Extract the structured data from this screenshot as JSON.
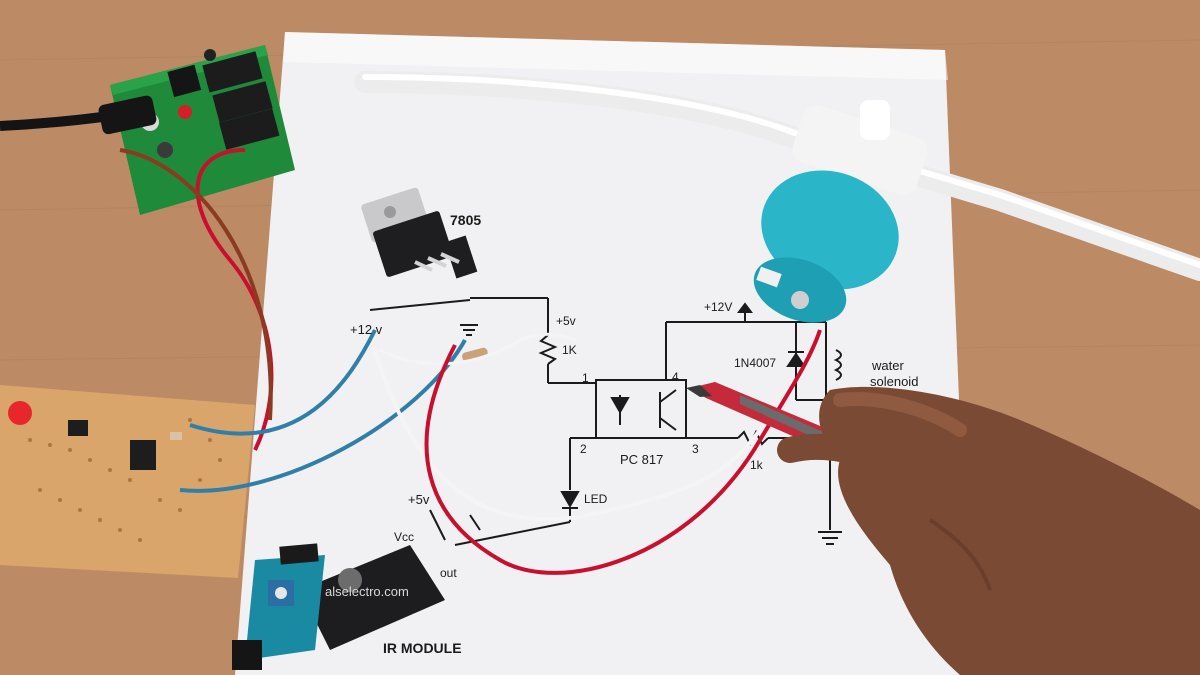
{
  "labels": {
    "regulator": "7805",
    "supply_12v_left": "+12 v",
    "plus5v_resistor": "+5v",
    "resistor_1k": "1K",
    "pin1": "1",
    "pin2": "2",
    "pin3": "3",
    "pin4": "4",
    "optocoupler": "PC 817",
    "supply_12v_right": "+12V",
    "diode": "1N4007",
    "solenoid_line1": "water",
    "solenoid_line2": "solenoid",
    "led": "LED",
    "plus5v_module": "+5v",
    "vcc": "Vcc",
    "out": "out",
    "resistor_bottom": "1k",
    "module_name": "IR MODULE",
    "watermark": "alselectro.com"
  },
  "colors": {
    "table": "#c08d68",
    "paper": "#f1f1f3",
    "ink": "#1b1b1b",
    "wire_red": "#c8102e",
    "wire_blue": "#2f7fa8",
    "wire_white": "#f4f4f4",
    "wire_brown": "#8a3b22",
    "pcb_green": "#1f8a3a",
    "perfboard": "#d9a56b",
    "solenoid_cyan": "#2bb5c9"
  },
  "icons": [
    "pen",
    "hand",
    "led",
    "ground-symbol",
    "resistor-symbol",
    "diode-symbol"
  ]
}
